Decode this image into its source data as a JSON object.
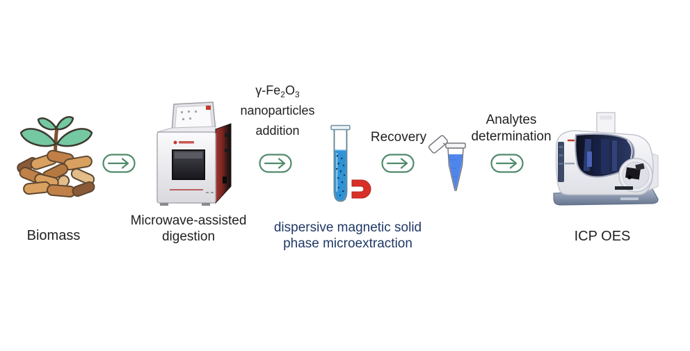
{
  "diagram": {
    "title": "biomass analysis workflow",
    "colors": {
      "arrow_green": "#4f8a6b",
      "label_text": "#212121",
      "dmspe_text_navy": "#1f3864",
      "magnet_red": "#d83028",
      "test_tube_liquid_blue": "#2f93d6",
      "vial_liquid_blue": "#4f86ec",
      "leaf_green": "#74c9a2",
      "pellet_tan": "#d9a05f"
    },
    "steps": {
      "biomass": {
        "label": "Biomass",
        "icon": "wood-pellets-with-sprout"
      },
      "microwave_digestion": {
        "label": "Microwave-assisted digestion",
        "icon": "microwave-digestion-instrument"
      },
      "nanoparticles_addition": {
        "formula_prefix": "γ-Fe",
        "formula_sub1": "2",
        "formula_mid": "O",
        "formula_sub2": "3",
        "text": "nanoparticles addition"
      },
      "dmspe": {
        "label": "dispersive magnetic solid phase microextraction",
        "icon": "test-tube-with-magnet"
      },
      "recovery": {
        "label": "Recovery",
        "icon": "microcentrifuge-tube"
      },
      "analytes_determination": {
        "label": "Analytes determination"
      },
      "icp_oes": {
        "label": "ICP OES",
        "icon": "icp-oes-spectrometer"
      }
    }
  }
}
